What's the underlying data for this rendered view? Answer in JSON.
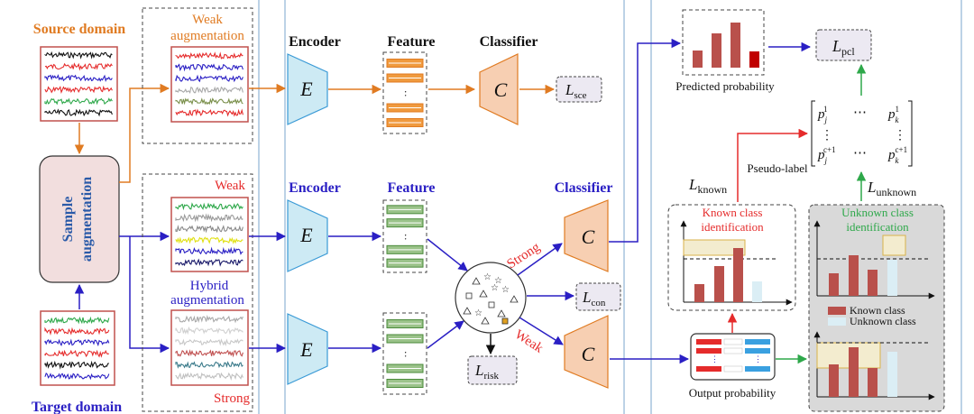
{
  "labels": {
    "source_domain": "Source domain",
    "target_domain": "Target domain",
    "weak_aug_line1": "Weak",
    "weak_aug_line2": "augmentation",
    "weak": "Weak",
    "hybrid_aug_line1": "Hybrid",
    "hybrid_aug_line2": "augmentation",
    "strong": "Strong",
    "sample_aug_line1": "Sample",
    "sample_aug_line2": "augmentation",
    "encoder_top": "Encoder",
    "encoder_mid": "Encoder",
    "feature_top": "Feature",
    "feature_mid": "Feature",
    "classifier_top": "Classifier",
    "classifier_mid": "Classifier",
    "encoder_symbol": "E",
    "classifier_symbol": "C",
    "strong_arrow": "Strong",
    "weak_arrow": "Weak",
    "predicted_probability": "Predicted probability",
    "pseudo_label": "Pseudo-label",
    "known_id_line1": "Known class",
    "known_id_line2": "identification",
    "unknown_id_line1": "Unknown class",
    "unknown_id_line2": "identification",
    "legend_known": "Known class",
    "legend_unknown": "Unknown class",
    "output_probability": "Output probability"
  },
  "losses": {
    "L_main": "L",
    "sce_sub": "sce",
    "pcl_sub": "pcl",
    "known_sub": "known",
    "unknown_sub": "unknown",
    "con_sub": "con",
    "risk_sub": "risk"
  },
  "matrix": {
    "p": "p",
    "sub_j": "j",
    "sub_k": "k",
    "sup_1": "1",
    "sup_c1": "c+1",
    "dots_h": "⋯",
    "dots_v": "⋮"
  },
  "colors": {
    "orange": "#e07b22",
    "blue": "#2a1fc4",
    "red": "#e52b2b",
    "green": "#2ea84a",
    "encoder_fill": "#cdeaf4",
    "classifier_fill": "#f7cfb2",
    "bar_red": "#b9504b",
    "light_blue": "#dbeef5",
    "sample_aug_fill": "#f2dede",
    "loss_fill": "#ece9f2",
    "gray_panel": "#d9d9d9"
  }
}
